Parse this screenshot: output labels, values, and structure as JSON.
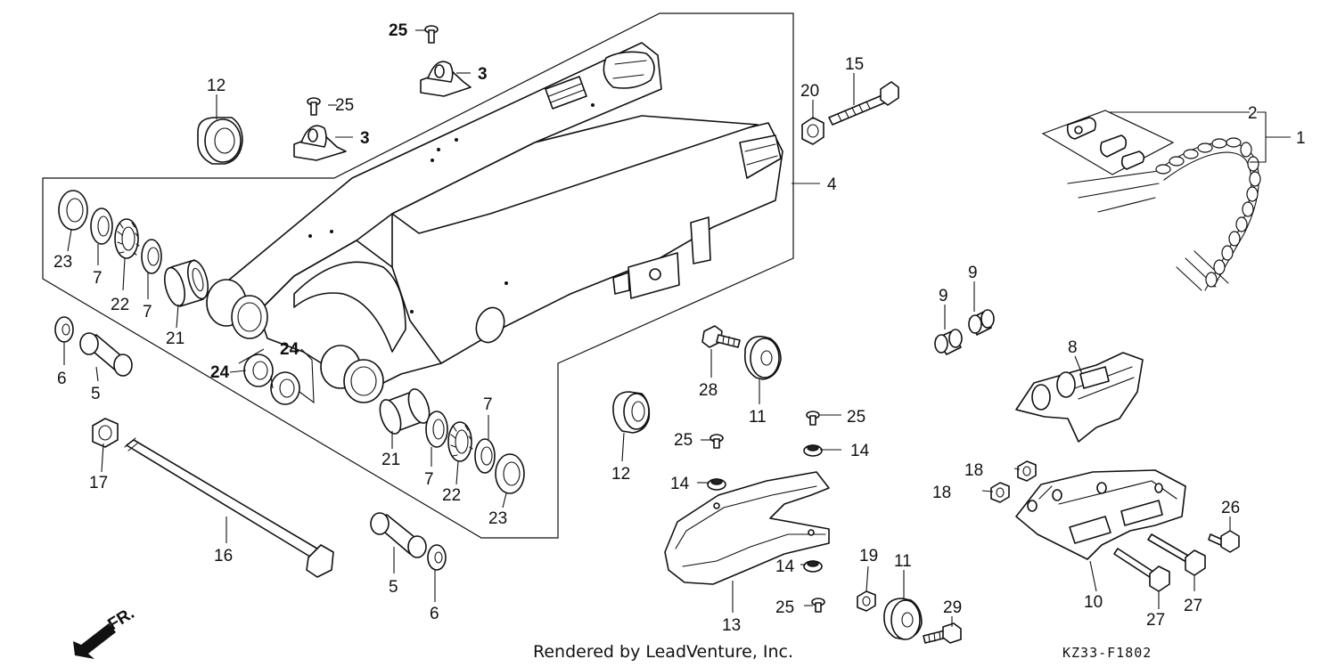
{
  "footer": {
    "credit": "Rendered by LeadVenture, Inc.",
    "diagram_code": "KZ33-F1802",
    "direction_label": "FR."
  },
  "callouts": [
    {
      "id": "c1",
      "text": "1"
    },
    {
      "id": "c2",
      "text": "2"
    },
    {
      "id": "c3a",
      "text": "3"
    },
    {
      "id": "c3b",
      "text": "3"
    },
    {
      "id": "c4",
      "text": "4"
    },
    {
      "id": "c5a",
      "text": "5"
    },
    {
      "id": "c5b",
      "text": "5"
    },
    {
      "id": "c6a",
      "text": "6"
    },
    {
      "id": "c6b",
      "text": "6"
    },
    {
      "id": "c7a",
      "text": "7"
    },
    {
      "id": "c7b",
      "text": "7"
    },
    {
      "id": "c7c",
      "text": "7"
    },
    {
      "id": "c7d",
      "text": "7"
    },
    {
      "id": "c8",
      "text": "8"
    },
    {
      "id": "c9a",
      "text": "9"
    },
    {
      "id": "c9b",
      "text": "9"
    },
    {
      "id": "c10",
      "text": "10"
    },
    {
      "id": "c11a",
      "text": "11"
    },
    {
      "id": "c11b",
      "text": "11"
    },
    {
      "id": "c12a",
      "text": "12"
    },
    {
      "id": "c12b",
      "text": "12"
    },
    {
      "id": "c13",
      "text": "13"
    },
    {
      "id": "c14a",
      "text": "14"
    },
    {
      "id": "c14b",
      "text": "14"
    },
    {
      "id": "c14c",
      "text": "14"
    },
    {
      "id": "c15",
      "text": "15"
    },
    {
      "id": "c16",
      "text": "16"
    },
    {
      "id": "c17",
      "text": "17"
    },
    {
      "id": "c18a",
      "text": "18"
    },
    {
      "id": "c18b",
      "text": "18"
    },
    {
      "id": "c19",
      "text": "19"
    },
    {
      "id": "c20",
      "text": "20"
    },
    {
      "id": "c21a",
      "text": "21"
    },
    {
      "id": "c21b",
      "text": "21"
    },
    {
      "id": "c22a",
      "text": "22"
    },
    {
      "id": "c22b",
      "text": "22"
    },
    {
      "id": "c23a",
      "text": "23"
    },
    {
      "id": "c23b",
      "text": "23"
    },
    {
      "id": "c24a",
      "text": "24"
    },
    {
      "id": "c24b",
      "text": "24"
    },
    {
      "id": "c25a",
      "text": "25"
    },
    {
      "id": "c25b",
      "text": "25"
    },
    {
      "id": "c25c",
      "text": "25"
    },
    {
      "id": "c25d",
      "text": "25"
    },
    {
      "id": "c25e",
      "text": "25"
    },
    {
      "id": "c26",
      "text": "26"
    },
    {
      "id": "c27a",
      "text": "27"
    },
    {
      "id": "c27b",
      "text": "27"
    },
    {
      "id": "c28",
      "text": "28"
    },
    {
      "id": "c29",
      "text": "29"
    }
  ]
}
